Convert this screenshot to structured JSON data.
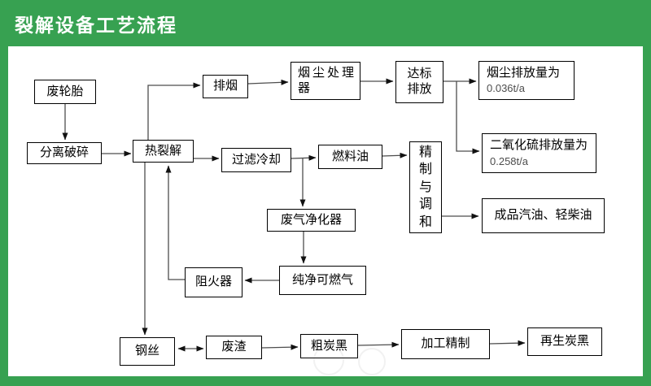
{
  "page": {
    "title": "裂解设备工艺流程"
  },
  "colors": {
    "header_green": "#37a151",
    "box_border": "#000000",
    "connector_line": "#4d4d4d",
    "box_background": "#ffffff"
  },
  "nodes": {
    "waste_tire": {
      "label": "废轮胎"
    },
    "separation": {
      "label": "分离破碎"
    },
    "pyrolysis": {
      "label": "热裂解"
    },
    "smoke_exhaust": {
      "label": "排烟"
    },
    "dust_processor": {
      "label": "烟尘处理器"
    },
    "std_discharge": {
      "label": "达标排放"
    },
    "dust_emission": {
      "label": "烟尘排放量为",
      "value": "0.036t/a"
    },
    "so2_emission": {
      "label": "二氧化硫排放量为",
      "value": "0.258t/a"
    },
    "filter_cooling": {
      "label": "过滤冷却"
    },
    "fuel_oil": {
      "label": "燃料油"
    },
    "refine_blend": {
      "label": "精制与调和",
      "display": "精\n制\n与\n调\n和"
    },
    "finished_oil": {
      "label": "成品汽油、轻柴油"
    },
    "gas_purifier": {
      "label": "废气净化器"
    },
    "pure_gas": {
      "label": "纯净可燃气"
    },
    "flame_arrester": {
      "label": "阻火器"
    },
    "steel_wire": {
      "label": "钢丝"
    },
    "waste_residue": {
      "label": "废渣"
    },
    "crude_carbon": {
      "label": "粗炭黑"
    },
    "process_refine": {
      "label": "加工精制"
    },
    "regen_carbon": {
      "label": "再生炭黑"
    }
  }
}
